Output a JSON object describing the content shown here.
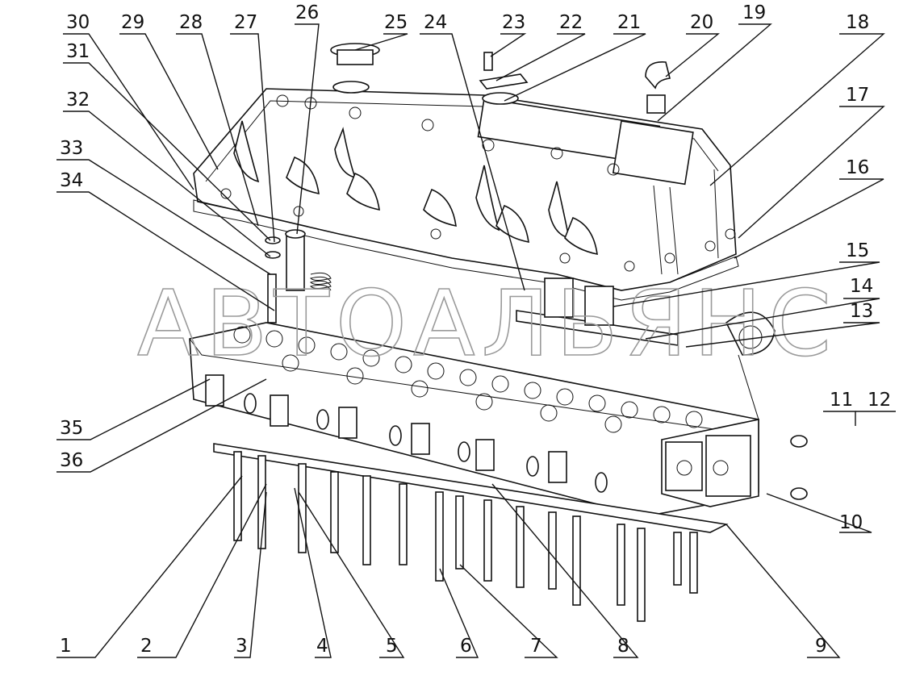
{
  "watermark": "АВТОАЛЬЯНС",
  "labels": [
    "1",
    "2",
    "3",
    "4",
    "5",
    "6",
    "7",
    "8",
    "9",
    "10",
    "11",
    "12",
    "13",
    "14",
    "15",
    "16",
    "17",
    "18",
    "19",
    "20",
    "21",
    "22",
    "23",
    "24",
    "25",
    "26",
    "27",
    "28",
    "29",
    "30",
    "31",
    "32",
    "33",
    "34",
    "35",
    "36"
  ]
}
